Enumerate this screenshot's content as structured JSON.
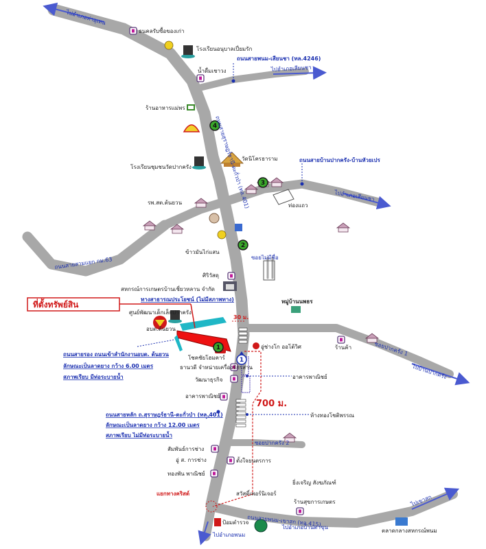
{
  "roads": {
    "to_tha_uthen": "ไปอำเภอท่าอุเทน",
    "sai_phanom_setha": "ถนนสายพนม-เสียนชา (ทล.4246)",
    "to_setha": "ไปอำเภอเสียนชา",
    "main_401": "ถนนสายสุราษฎร์ธานี-ตะกั่วป่า (ทล.401)",
    "ban_pak_krong": "ถนนสายบ้านปากครัง-บ้านหัวยเปร",
    "to_setha2": "ไปอำเภอเสียนชา",
    "sam_yaek": "ถนนสายสามแยก กม.63",
    "soi_pak_krong1": "ซอยปากครัง 1",
    "to_pak_krong": "ไปบ้านปากครัง",
    "soi_pak_krong2": "ซอยปากครัง 2",
    "soi_ma_rae": "ซอยไม่มีชื่อ",
    "sai_phanom_khaosok": "ถนนสายพนม-เขาสก (ทล.415)",
    "to_ban_ta_khun": "ไปอำเภอบ้านตาขุน",
    "to_khao_sok": "ไปเขาสก",
    "to_phanom": "ไปอำเภอพนม"
  },
  "places": {
    "thanakhan": "ธนคลรับซื้อของเก่า",
    "kindergarten": "โรงเรียนอนุบาลเปี่ยมรัก",
    "water_shop": "น้ำดื่มเชาวง",
    "restaurant": "ร้านอาหารแม่พร",
    "wat": "วัดนิโครธาราม",
    "school": "โรงเรียนชุมชนวัดปากครัง",
    "hospital": "รพ.สต.ต้นยวน",
    "tok_thaeo": "ท่องแถว",
    "khao_man_kai": "ข้าวมันไก่แสน",
    "siri_wattu": "ศิริวัสดุ",
    "cooperative": "สหกรณ์การเกษตรบ้านเชี่ยวหลาน จำกัด",
    "public_way": "ทางสาธารณประโยชน์ (ไม่มีสภาพทาง)",
    "village": "หมู่บ้านนพธร",
    "child_center": "ศูนย์พัฒนาเด็กเล็กปากครัง",
    "obt": "อบต.ต้นยวน",
    "ranch": "อู่ช่างโก ออโต้วิศ",
    "chotchai": "โชคชัยโฮมคาร์",
    "thanawadee": "ธานวดี จำหน่ายเครื่องจักรสาน",
    "wattana": "วัฒนาธุรกิจ",
    "commercial1": "อาคารพาณิชย์",
    "commercial2": "อาคารพาณิชย์",
    "gold": "ห้างทองโชติพรรณ",
    "ran_kha": "ร้านค้า",
    "samphan": "สัมพันธ์การช่าง",
    "ou_s": "อู่ ส. การช่าง",
    "tang_chai": "ตั้งใจยนตรการ",
    "thongphan": "ทองพัน พาณิชย์",
    "yang_charoen": "ยิ่งเจริญ สังฆภัณฑ์",
    "seven": "สวัสดิ์เพอร์นิเจอร์",
    "agri_shop": "ร้านสุขการเกษตร",
    "junction": "แยกทางคริสต์",
    "police": "ป้อมตำรวจ",
    "market": "ตลาดกลางสหกรณ์พนม"
  },
  "annotations": {
    "property_label": "ที่ตั้งทรัพย์สิน",
    "dist_30": "30 ม.",
    "dist_700": "700 ม.",
    "secondary_road": [
      "ถนนสายรอง ถนนเข้าสำนักงานอบต. ต้นยวน",
      "ลักษณะเป็นลาดยาง กว้าง 6.00 เมตร",
      "สภาพเรียบ มีท่อระบายน้ำ"
    ],
    "main_road": [
      "ถนนสายหลัก ถ.สุราษฎร์ธานี-ตะกั่วป่า (ทล.401)",
      "ลักษณะเป็นลาดยาง กว้าง 12.00 เมตร",
      "สภาพเรียบ ไม่มีท่อระบายน้ำ"
    ]
  },
  "markers": [
    "1",
    "2",
    "3",
    "4"
  ],
  "colors": {
    "road": "#a8a8a8",
    "property": "#ee1111",
    "label_blue": "#1a2fb0",
    "marker_green": "#3aa82a",
    "marker_dark": "#1b1b1b",
    "arrow_blue": "#3355d0"
  }
}
